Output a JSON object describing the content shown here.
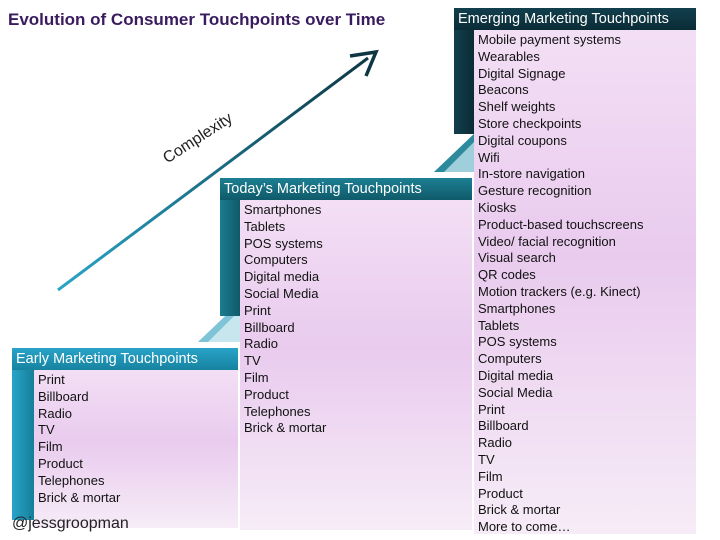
{
  "title": "Evolution of Consumer Touchpoints over Time",
  "credit": "@jessgroopman",
  "arrow_label": "Complexity",
  "colors": {
    "early": "#1f9abf",
    "today": "#176e80",
    "emerging": "#0e3743",
    "title": "#3a1b5e",
    "list_bg": "#efd6f1"
  },
  "stages": {
    "early": {
      "label": "Early Marketing Touchpoints",
      "items": [
        "Print",
        "Billboard",
        "Radio",
        "TV",
        "Film",
        "Product",
        "Telephones",
        "Brick & mortar"
      ]
    },
    "today": {
      "label": "Today’s Marketing Touchpoints",
      "items": [
        "Smartphones",
        "Tablets",
        "POS systems",
        "Computers",
        "Digital media",
        "Social Media",
        "Print",
        "Billboard",
        "Radio",
        "TV",
        "Film",
        "Product",
        "Telephones",
        "Brick & mortar"
      ]
    },
    "emerging": {
      "label": "Emerging Marketing Touchpoints",
      "items": [
        "Mobile payment systems",
        "Wearables",
        "Digital Signage",
        "Beacons",
        "Shelf weights",
        "Store checkpoints",
        "Digital coupons",
        "Wifi",
        "In-store navigation",
        "Gesture recognition",
        "Kiosks",
        "Product-based touchscreens",
        "Video/ facial recognition",
        "Visual search",
        "QR codes",
        "Motion trackers (e.g. Kinect)",
        "Smartphones",
        "Tablets",
        "POS systems",
        "Computers",
        "Digital media",
        "Social Media",
        "Print",
        "Billboard",
        "Radio",
        "TV",
        "Film",
        "Product",
        "Brick & mortar",
        "More to come…"
      ]
    }
  }
}
